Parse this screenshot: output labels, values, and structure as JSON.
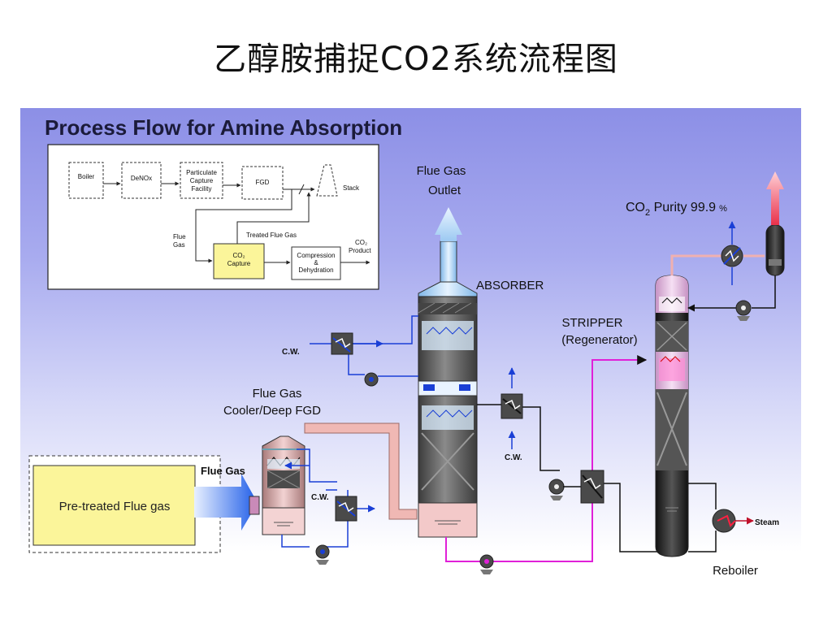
{
  "slide_title": "乙醇胺捕捉CO2系统流程图",
  "panel_title": "Process Flow for Amine Absorption",
  "inset": {
    "boxes": {
      "boiler": [
        "Boiler"
      ],
      "denox": [
        "DeNOx"
      ],
      "particulate": [
        "Particulate",
        "Capture",
        "Facility"
      ],
      "fgd": [
        "FGD"
      ],
      "co2_capture": [
        "CO₂",
        "Capture"
      ],
      "compression": [
        "Compression",
        "&",
        "Dehydration"
      ]
    },
    "stack": "Stack",
    "flue_gas": [
      "Flue",
      "Gas"
    ],
    "treated_flue_gas": "Treated Flue Gas",
    "co2_product": [
      "CO₂",
      "Product"
    ]
  },
  "labels": {
    "flue_gas_outlet": [
      "Flue Gas",
      "Outlet"
    ],
    "absorber": "ABSORBER",
    "stripper": [
      "STRIPPER",
      "(Regenerator)"
    ],
    "co2_purity_prefix": "CO",
    "co2_purity_sub": "2",
    "co2_purity_value": " Purity 99.9",
    "co2_purity_unit": "%",
    "cooler": [
      "Flue Gas",
      "Cooler/Deep FGD"
    ],
    "flue_gas_arrow": "Flue Gas",
    "pretreated": "Pre-treated Flue gas",
    "cw_1": "C.W.",
    "cw_2": "C.W.",
    "cw_3": "C.W.",
    "steam": "Steam",
    "reboiler": "Reboiler"
  },
  "colors": {
    "pipe_blue": "#1a3fd6",
    "pipe_magenta": "#e020d8",
    "pipe_black": "#111111",
    "pipe_pink": "#e8aaa6",
    "vessel_gray": "#5a5a5a",
    "yellow_box": "#fbf59a"
  }
}
